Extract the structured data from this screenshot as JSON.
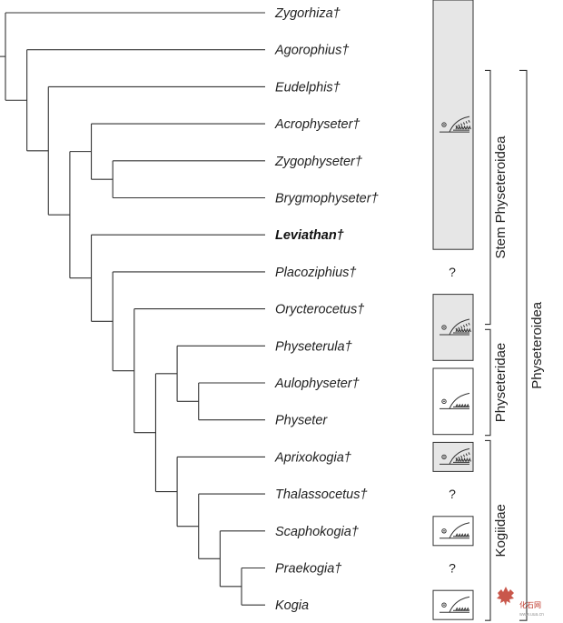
{
  "taxa": [
    {
      "name": "Zygorhiza†",
      "bold": false
    },
    {
      "name": "Agorophius†",
      "bold": false
    },
    {
      "name": "Eudelphis†",
      "bold": false
    },
    {
      "name": "Acrophyseter†",
      "bold": false
    },
    {
      "name": "Zygophyseter†",
      "bold": false
    },
    {
      "name": "Brygmophyseter†",
      "bold": false
    },
    {
      "name": "Leviathan†",
      "bold": true
    },
    {
      "name": "Placoziphius†",
      "bold": false
    },
    {
      "name": "Orycterocetus†",
      "bold": false
    },
    {
      "name": "Physeterula†",
      "bold": false
    },
    {
      "name": "Aulophyseter†",
      "bold": false
    },
    {
      "name": "Physeter",
      "bold": false
    },
    {
      "name": "Aprixokogia†",
      "bold": false
    },
    {
      "name": "Thalassocetus†",
      "bold": false
    },
    {
      "name": "Scaphokogia†",
      "bold": false
    },
    {
      "name": "Praekogia†",
      "bold": false
    },
    {
      "name": "Kogia",
      "bold": false
    }
  ],
  "unknown_marker": "?",
  "unknown_rows": [
    7,
    13,
    15
  ],
  "character_boxes": [
    {
      "from_row": 0,
      "to_row": 6,
      "state": "teeth-both-jaws"
    },
    {
      "from_row": 8,
      "to_row": 9,
      "state": "teeth-both-jaws"
    },
    {
      "from_row": 10,
      "to_row": 11,
      "state": "no-upper-teeth"
    },
    {
      "from_row": 12,
      "to_row": 12,
      "state": "teeth-both-jaws"
    },
    {
      "from_row": 14,
      "to_row": 14,
      "state": "no-upper-teeth"
    },
    {
      "from_row": 16,
      "to_row": 16,
      "state": "no-upper-teeth"
    }
  ],
  "clades": {
    "stem": {
      "label": "Stem Physeteroidea",
      "from_row": 2,
      "to_row": 8
    },
    "physeteridae": {
      "label": "Physeteridae",
      "from_row": 9,
      "to_row": 11
    },
    "kogiidae": {
      "label": "Kogiidae",
      "from_row": 12,
      "to_row": 16
    },
    "physeteroidea": {
      "label": "Physeteroidea",
      "from_row": 2,
      "to_row": 16
    }
  },
  "tree": {
    "children": [
      0,
      {
        "children": [
          1,
          {
            "children": [
              2,
              {
                "children": [
                  {
                    "children": [
                      3,
                      {
                        "children": [
                          4,
                          5
                        ]
                      }
                    ]
                  },
                  {
                    "children": [
                      6,
                      {
                        "children": [
                          7,
                          {
                            "children": [
                              8,
                              {
                                "children": [
                                  {
                                    "children": [
                                      9,
                                      {
                                        "children": [
                                          10,
                                          11
                                        ]
                                      }
                                    ]
                                  },
                                  {
                                    "children": [
                                      12,
                                      {
                                        "children": [
                                          13,
                                          {
                                            "children": [
                                              14,
                                              {
                                                "children": [
                                                  15,
                                                  16
                                                ]
                                              }
                                            ]
                                          }
                                        ]
                                      }
                                    ]
                                  }
                                ]
                              }
                            ]
                          }
                        ]
                      }
                    ]
                  }
                ]
              }
            ]
          }
        ]
      }
    ]
  },
  "colors": {
    "line": "#333333",
    "box_fill_gray": "#e6e6e6",
    "box_fill_white": "#ffffff",
    "watermark": "#c0392b"
  },
  "watermark": {
    "text": "化石网",
    "url": "www.uua.cn"
  }
}
